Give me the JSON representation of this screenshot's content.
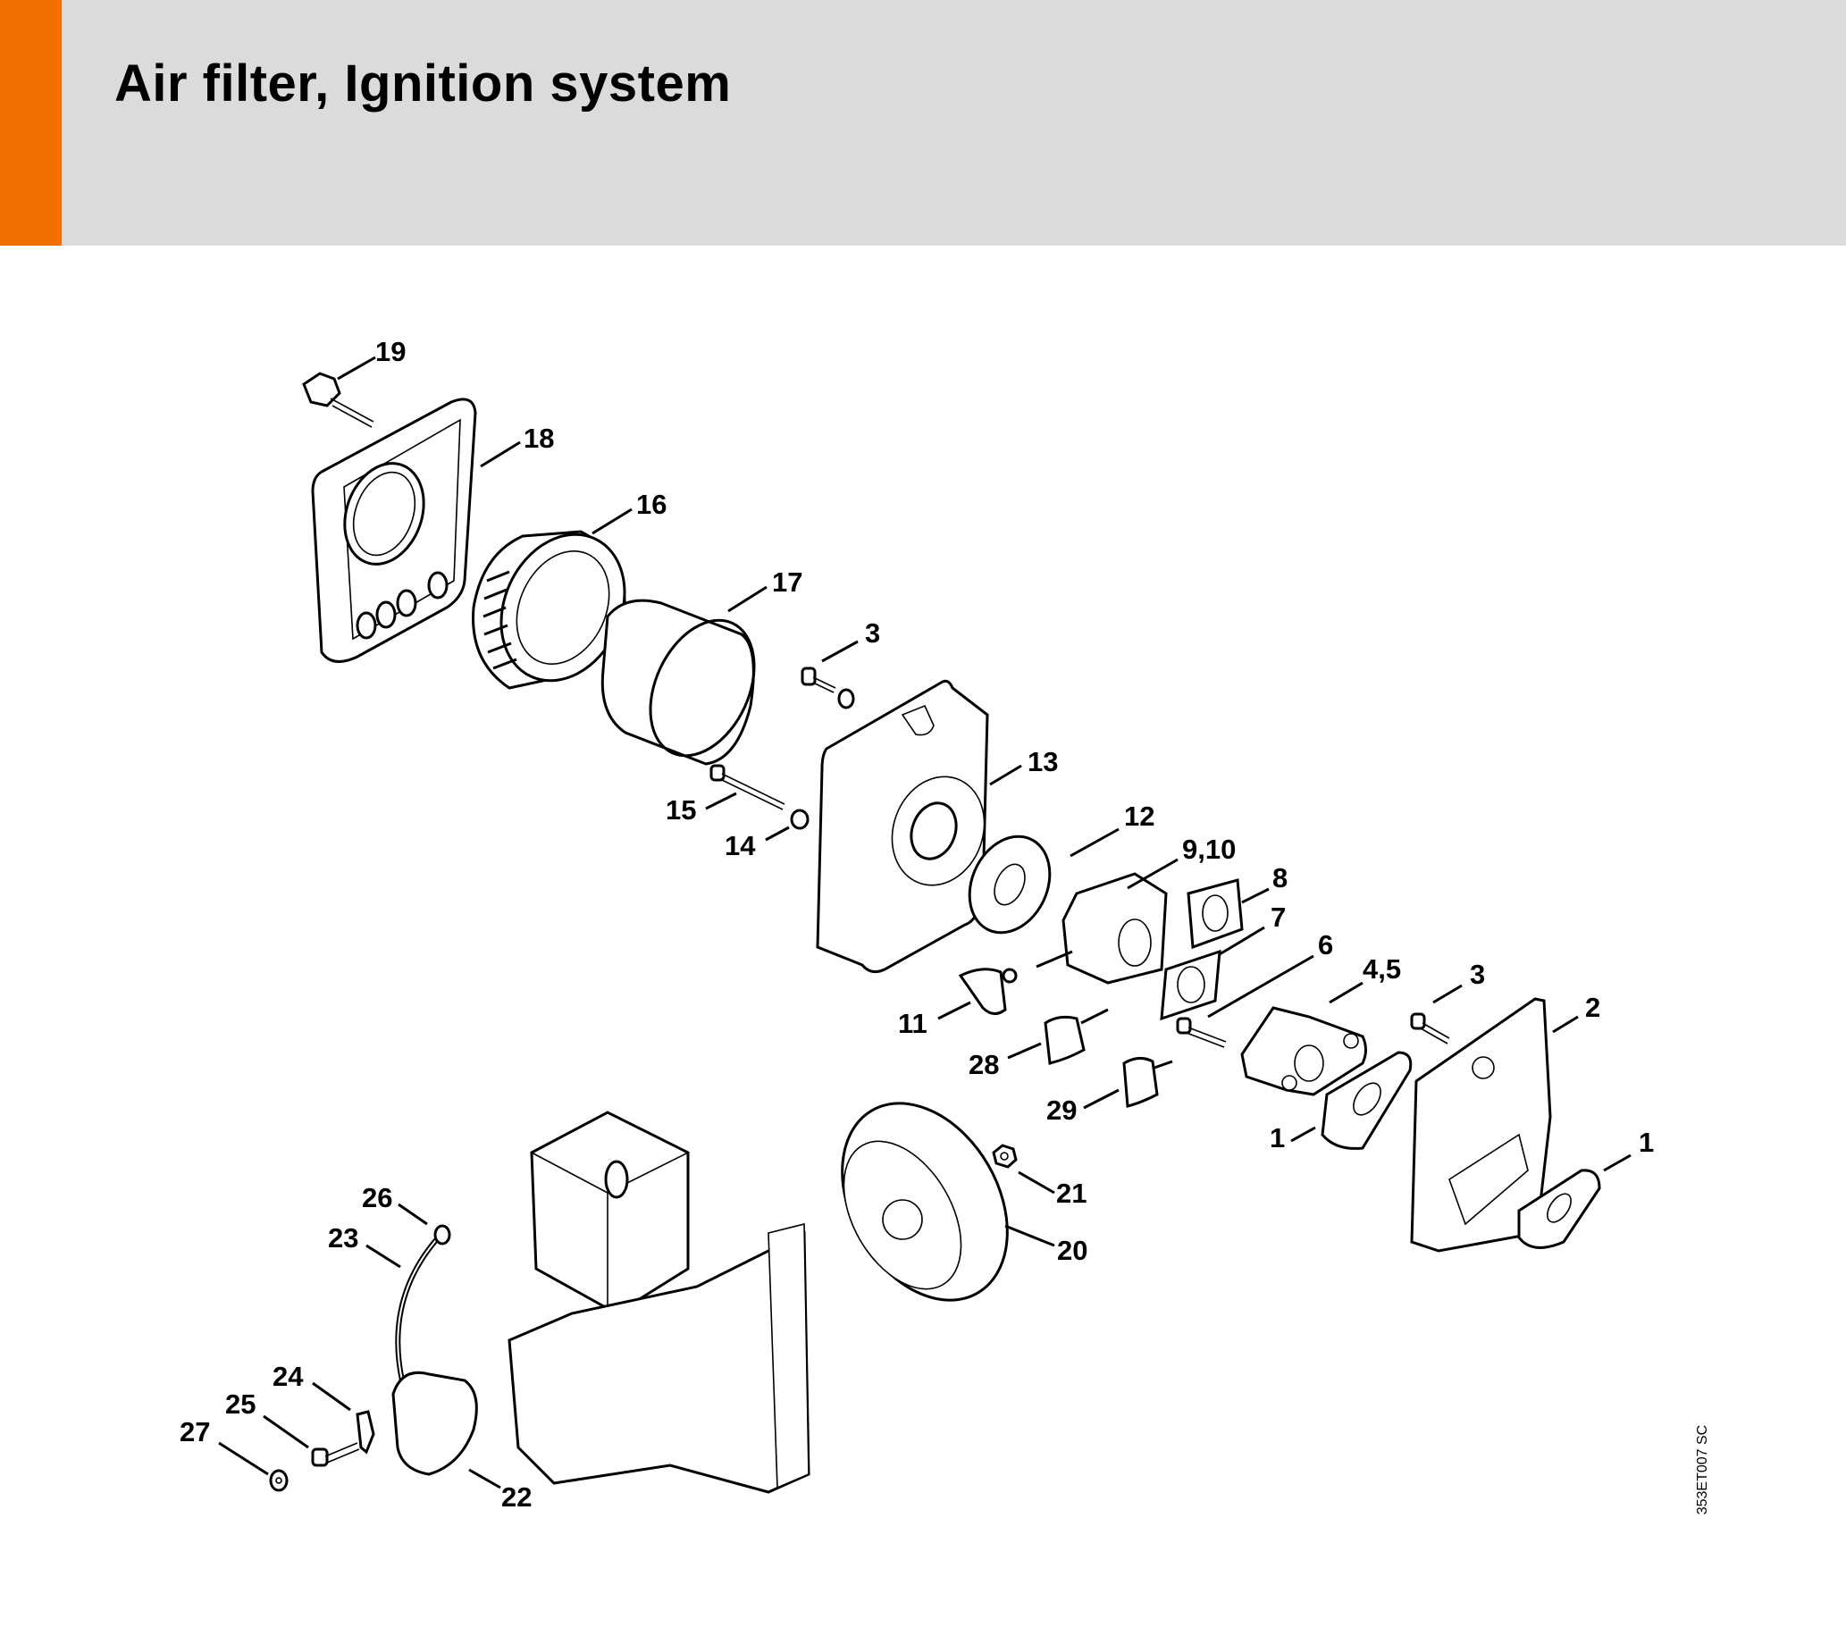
{
  "header": {
    "title": "Air filter, Ignition system",
    "accent_color": "#F07100",
    "background_color": "#DADBDA"
  },
  "diagram": {
    "drawing_code": "353ET007 SC",
    "callouts": [
      {
        "id": "19",
        "label": "19"
      },
      {
        "id": "18",
        "label": "18"
      },
      {
        "id": "16",
        "label": "16"
      },
      {
        "id": "17",
        "label": "17"
      },
      {
        "id": "3a",
        "label": "3"
      },
      {
        "id": "13",
        "label": "13"
      },
      {
        "id": "15",
        "label": "15"
      },
      {
        "id": "14",
        "label": "14"
      },
      {
        "id": "12",
        "label": "12"
      },
      {
        "id": "9-10",
        "label": "9,10"
      },
      {
        "id": "8",
        "label": "8"
      },
      {
        "id": "7",
        "label": "7"
      },
      {
        "id": "6",
        "label": "6"
      },
      {
        "id": "4-5",
        "label": "4,5"
      },
      {
        "id": "3b",
        "label": "3"
      },
      {
        "id": "2",
        "label": "2"
      },
      {
        "id": "11",
        "label": "11"
      },
      {
        "id": "28",
        "label": "28"
      },
      {
        "id": "29",
        "label": "29"
      },
      {
        "id": "1a",
        "label": "1"
      },
      {
        "id": "1b",
        "label": "1"
      },
      {
        "id": "21",
        "label": "21"
      },
      {
        "id": "20",
        "label": "20"
      },
      {
        "id": "26",
        "label": "26"
      },
      {
        "id": "23",
        "label": "23"
      },
      {
        "id": "24",
        "label": "24"
      },
      {
        "id": "25",
        "label": "25"
      },
      {
        "id": "27",
        "label": "27"
      },
      {
        "id": "22",
        "label": "22"
      }
    ]
  }
}
